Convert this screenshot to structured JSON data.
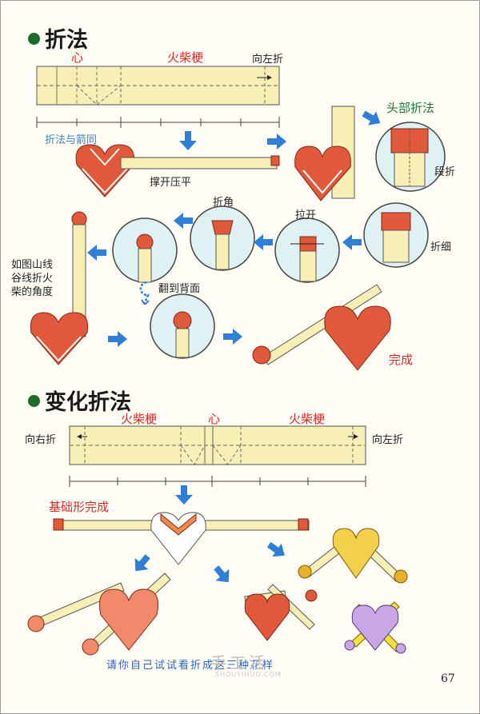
{
  "section1": {
    "title": "折法",
    "labels": {
      "heart": "心",
      "matchstick": "火柴梗",
      "fold_left": "向左折",
      "fold_same_as_arrow": "折法与箭同",
      "open_press_flat": "撑开压平",
      "head_fold": "头部折法",
      "step_fold": "段折",
      "fold_thin": "折细",
      "pull_open": "拉开",
      "fold_corner": "折角",
      "mountain_valley_note": [
        "如图山线",
        "谷线折火",
        "柴的角度"
      ],
      "flip_over": "翻到背面",
      "complete": "完成"
    }
  },
  "section2": {
    "title": "变化折法",
    "labels": {
      "matchstick_left": "火柴梗",
      "heart": "心",
      "matchstick_right": "火柴梗",
      "fold_right": "向右折",
      "fold_left": "向左折",
      "base_complete": "基础形完成"
    }
  },
  "footer": {
    "text": "请你自己试试看折成这三种花样"
  },
  "page_number": "67",
  "watermark": {
    "main": "手工活",
    "sub": "SHOUYIHUO.COM"
  },
  "colors": {
    "paper": "#f7efb6",
    "heart_red": "#e2583a",
    "heart_orange": "#f08a4a",
    "arrow_blue": "#2f7fd6",
    "circle_bg": "#dff1f3",
    "label_red": "#d42b2b",
    "label_green": "#1f7a3a"
  },
  "icons": [
    "arrow-right-icon",
    "arrow-left-icon",
    "arrow-down-icon",
    "flip-arrow-icon"
  ]
}
